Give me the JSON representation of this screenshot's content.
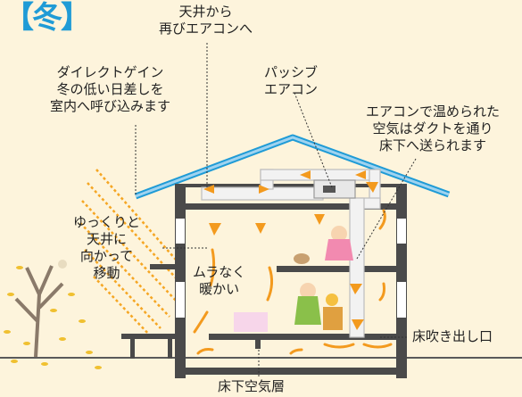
{
  "badge": "【冬】",
  "labels": {
    "ceiling_return": [
      "天井から",
      "再びエアコンへ"
    ],
    "direct_gain": [
      "ダイレクトゲイン",
      "冬の低い日差しを",
      "室内へ呼び込みます"
    ],
    "passive_ac": [
      "パッシブ",
      "エアコン"
    ],
    "duct_explain": [
      "エアコンで温められた",
      "空気はダクトを通り",
      "床下へ送られます"
    ],
    "slow_move": [
      "ゆっくりと",
      "天井に",
      "向かって",
      "移動"
    ],
    "even_warm": [
      "ムラなく",
      "暖かい"
    ],
    "floor_outlet": "床吹き出し口",
    "underfloor_layer": "床下空気層"
  },
  "colors": {
    "accent_blue": "#1f9bd6",
    "arrow_orange": "#f39a1e",
    "sun_orange": "#f5a623",
    "wall": "#4a4a4a",
    "duct": "#f2f2f2",
    "background": "#fdf4dc"
  }
}
